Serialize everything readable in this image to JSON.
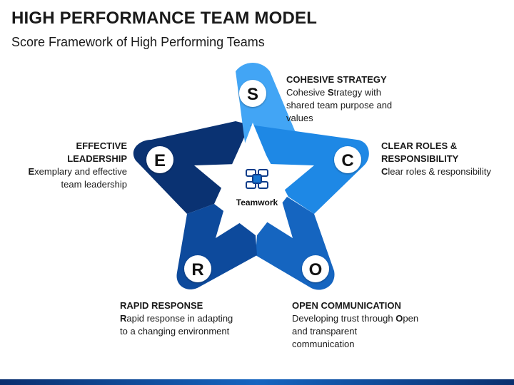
{
  "header": {
    "title": "HIGH PERFORMANCE TEAM MODEL",
    "subtitle": "Score Framework of High Performing Teams"
  },
  "center": {
    "icon": "teamwork-hands-icon",
    "label": "Teamwork"
  },
  "colors": {
    "top_arm": "#42a5f5",
    "right_arm": "#1e88e5",
    "bottom_right_arm": "#1565c0",
    "bottom_left_arm": "#0d4a9c",
    "left_arm": "#0a3272",
    "footer": "#1565c0"
  },
  "points": [
    {
      "letter": "S",
      "heading": "COHESIVE STRATEGY",
      "desc_lead": "Cohesive ",
      "desc_key": "S",
      "desc_rest": "trategy with shared team purpose and values"
    },
    {
      "letter": "C",
      "heading": "CLEAR ROLES & RESPONSIBILITY",
      "desc_lead": "",
      "desc_key": "C",
      "desc_rest": "lear roles & responsibility"
    },
    {
      "letter": "O",
      "heading": "OPEN COMMUNICATION",
      "desc_lead": "Developing trust through ",
      "desc_key": "O",
      "desc_rest": "pen and transparent communication"
    },
    {
      "letter": "R",
      "heading": "RAPID RESPONSE",
      "desc_lead": "",
      "desc_key": "R",
      "desc_rest": "apid response in adapting to a changing environment"
    },
    {
      "letter": "E",
      "heading": "EFFECTIVE LEADERSHIP",
      "desc_lead": "",
      "desc_key": "E",
      "desc_rest": "xemplary and effective team leadership"
    }
  ]
}
